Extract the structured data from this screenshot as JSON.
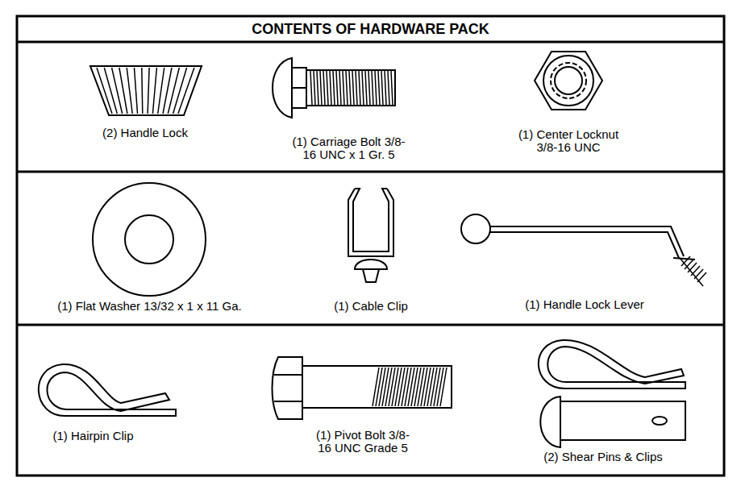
{
  "diagram": {
    "title": "CONTENTS OF HARDWARE PACK",
    "labels": [
      "(2) Handle Lock",
      "(1) Carriage Bolt 3/8-16 UNC x 1 Gr. 5",
      "(1) Center Locknut 3/8-16 UNC",
      "(1) Flat Washer 13/32 x 1 x 11 Ga.",
      "(1) Cable Clip",
      "(1) Handle Lock Lever",
      "(1) Hairpin Clip",
      "(1) Pivot Bolt 3/8-16 UNC Grade 5",
      "(2) Shear Pins & Clips"
    ]
  }
}
